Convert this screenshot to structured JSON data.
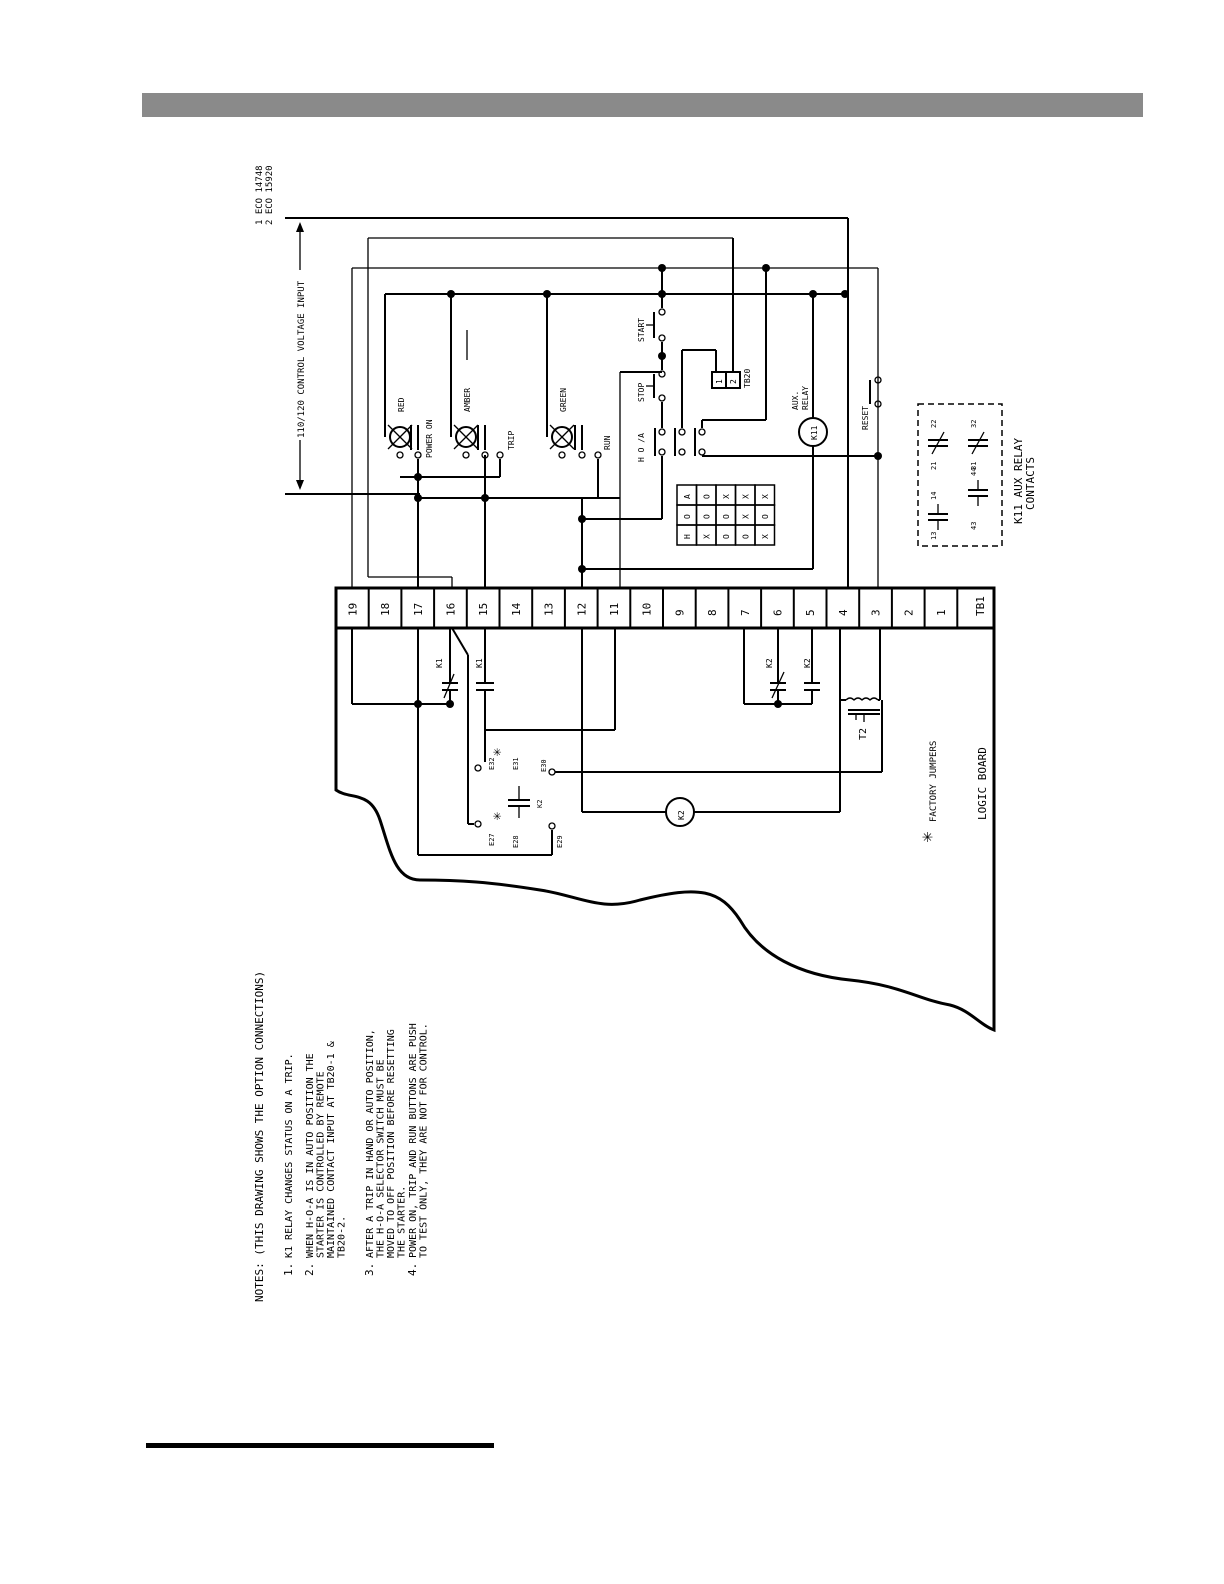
{
  "revisions": [
    "1 ECO 14748",
    "2 ECO 15920"
  ],
  "labels": {
    "control_voltage": "110/120 CONTROL VOLTAGE INPUT",
    "red": "RED",
    "amber": "AMBER",
    "green": "GREEN",
    "power_on": "POWER ON",
    "trip": "TRIP",
    "run": "RUN",
    "start": "START",
    "stop": "STOP",
    "hoa": "H  O  /A",
    "tb20": "TB20",
    "tb20_terms": [
      "1",
      "2"
    ],
    "aux_relay_line1": "AUX.",
    "aux_relay_line2": "RELAY",
    "k11": "K11",
    "reset": "RESET",
    "k1": "K1",
    "k2": "K2",
    "t2": "T2",
    "e27": "E27",
    "e28": "E28",
    "e29": "E29",
    "e30": "E30",
    "e31": "E31",
    "e32": "E32",
    "factory_jumpers": "FACTORY JUMPERS",
    "logic_board": "LOGIC BOARD",
    "tb1": "TB1",
    "aux_contacts_line1": "K11 AUX RELAY",
    "aux_contacts_line2": "CONTACTS",
    "aux_contact_numbers": [
      "13",
      "14",
      "43",
      "44",
      "21",
      "22",
      "31",
      "32"
    ]
  },
  "tb1_terminals": [
    "19",
    "18",
    "17",
    "16",
    "15",
    "14",
    "13",
    "12",
    "11",
    "10",
    "9",
    "8",
    "7",
    "6",
    "5",
    "4",
    "3",
    "2",
    "1"
  ],
  "hoa_table": [
    [
      "H",
      "O",
      "A"
    ],
    [
      "X",
      "O",
      "O"
    ],
    [
      "O",
      "O",
      "X"
    ],
    [
      "O",
      "X",
      "X"
    ],
    [
      "X",
      "O",
      "X"
    ]
  ],
  "notes": {
    "heading": "NOTES: (THIS DRAWING SHOWS THE OPTION CONNECTIONS)",
    "items": [
      {
        "num": "1.",
        "lines": [
          "K1 RELAY CHANGES STATUS ON A TRIP."
        ]
      },
      {
        "num": "2.",
        "lines": [
          "WHEN H-O-A IS IN AUTO POSITION THE",
          "STARTER IS CONTROLLED BY REMOTE",
          "MAINTAINED CONTACT INPUT AT TB20-1 &",
          "TB20-2."
        ]
      },
      {
        "num": "3.",
        "lines": [
          "AFTER A TRIP IN HAND OR AUTO POSITION,",
          "THE H-O-A SELECTOR SWITCH MUST BE",
          "MOVED TO OFF POSITION BEFORE RESETTING",
          "THE STARTER."
        ]
      },
      {
        "num": "4.",
        "lines": [
          "POWER ON, TRIP AND RUN BUTTONS ARE PUSH",
          "TO TEST ONLY, THEY ARE NOT FOR CONTROL."
        ]
      }
    ]
  }
}
